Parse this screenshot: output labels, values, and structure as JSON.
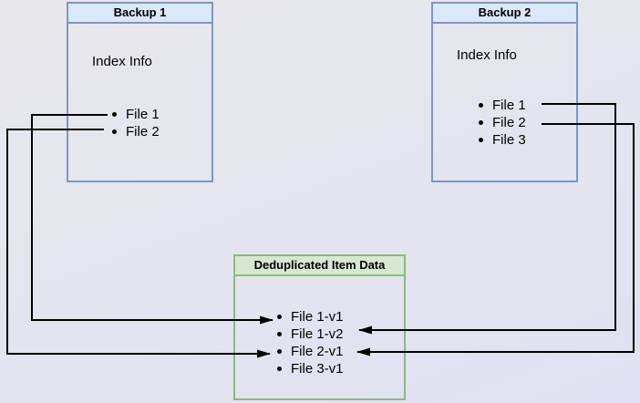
{
  "canvas": {
    "width": "702",
    "height": "442"
  },
  "colors": {
    "background_top": "#e8e8ec",
    "background_bottom": "#e0e1f2",
    "blue_box_fill": "#dbe8f9",
    "blue_box_border": "#7d97c4",
    "green_box_fill": "#d6e8d2",
    "green_box_border": "#8cbb72",
    "arrow": "#000000"
  },
  "boxes": {
    "backup1": {
      "title": "Backup 1",
      "body_label": "Index Info",
      "items": [
        "File 1",
        "File 2"
      ]
    },
    "backup2": {
      "title": "Backup 2",
      "body_label": "Index Info",
      "items": [
        "File 1",
        "File 2",
        "File 3"
      ]
    },
    "dedup": {
      "title": "Deduplicated Item Data",
      "items": [
        "File 1-v1",
        "File 1-v2",
        "File 2-v1",
        "File 3-v1"
      ]
    }
  },
  "connections": [
    {
      "from": "Backup 1 / File 1",
      "to": "File 1-v1",
      "enters": "left"
    },
    {
      "from": "Backup 1 / File 2",
      "to": "File 2-v1",
      "enters": "left"
    },
    {
      "from": "Backup 2 / File 1",
      "to": "File 1-v2",
      "enters": "right"
    },
    {
      "from": "Backup 2 / File 2",
      "to": "File 2-v1",
      "enters": "right"
    }
  ]
}
